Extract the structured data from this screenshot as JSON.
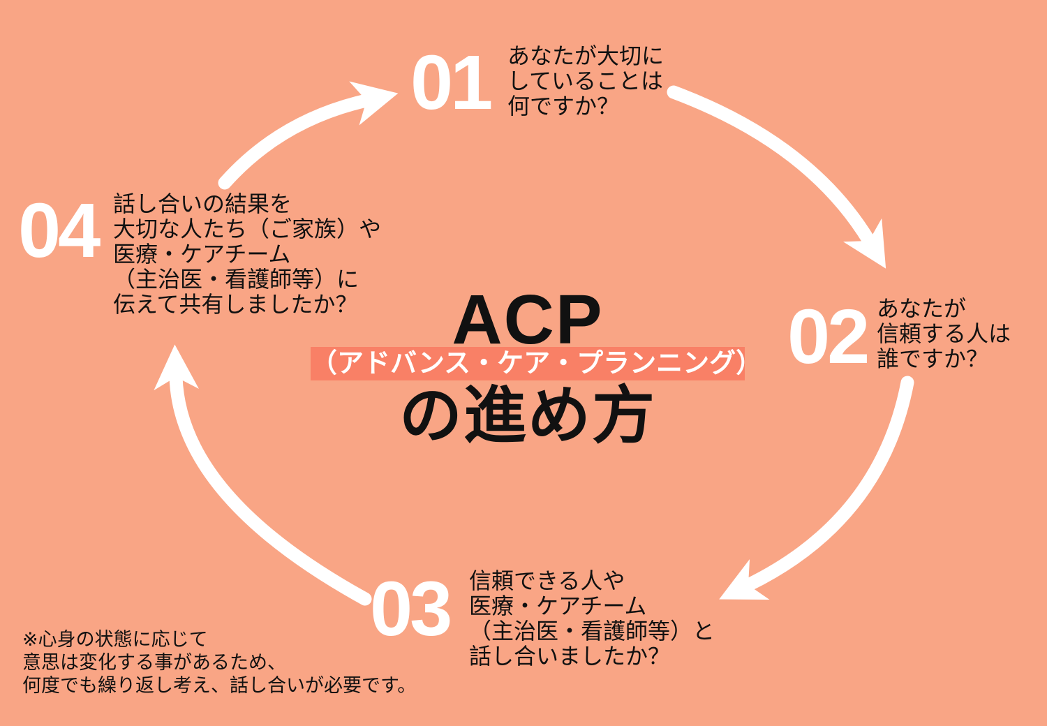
{
  "title": {
    "acronym": "ACP",
    "subtitle": "（アドバンス・ケア・プランニング）",
    "suffix": "の進め方"
  },
  "steps": [
    {
      "number": "01",
      "lines": [
        "あなたが大切に",
        "していることは",
        "何ですか？"
      ]
    },
    {
      "number": "02",
      "lines": [
        "あなたが",
        "信頼する人は",
        "誰ですか？"
      ]
    },
    {
      "number": "03",
      "lines": [
        "信頼できる人や",
        "医療・ケアチーム",
        "（主治医・看護師等）と",
        "話し合いましたか？"
      ]
    },
    {
      "number": "04",
      "lines": [
        "話し合いの結果を",
        "大切な人たち（ご家族）や",
        "医療・ケアチーム",
        "（主治医・看護師等）に",
        "伝えて共有しましたか？"
      ]
    }
  ],
  "footnote": {
    "lines": [
      "※心身の状態に応じて",
      "意思は変化する事があるため、",
      "何度でも繰り返し考え、話し合いが必要です。"
    ]
  },
  "colors": {
    "background": "#F9A585",
    "highlight": "#F98066",
    "text": "#111111",
    "arrow": "#FFFFFF"
  }
}
